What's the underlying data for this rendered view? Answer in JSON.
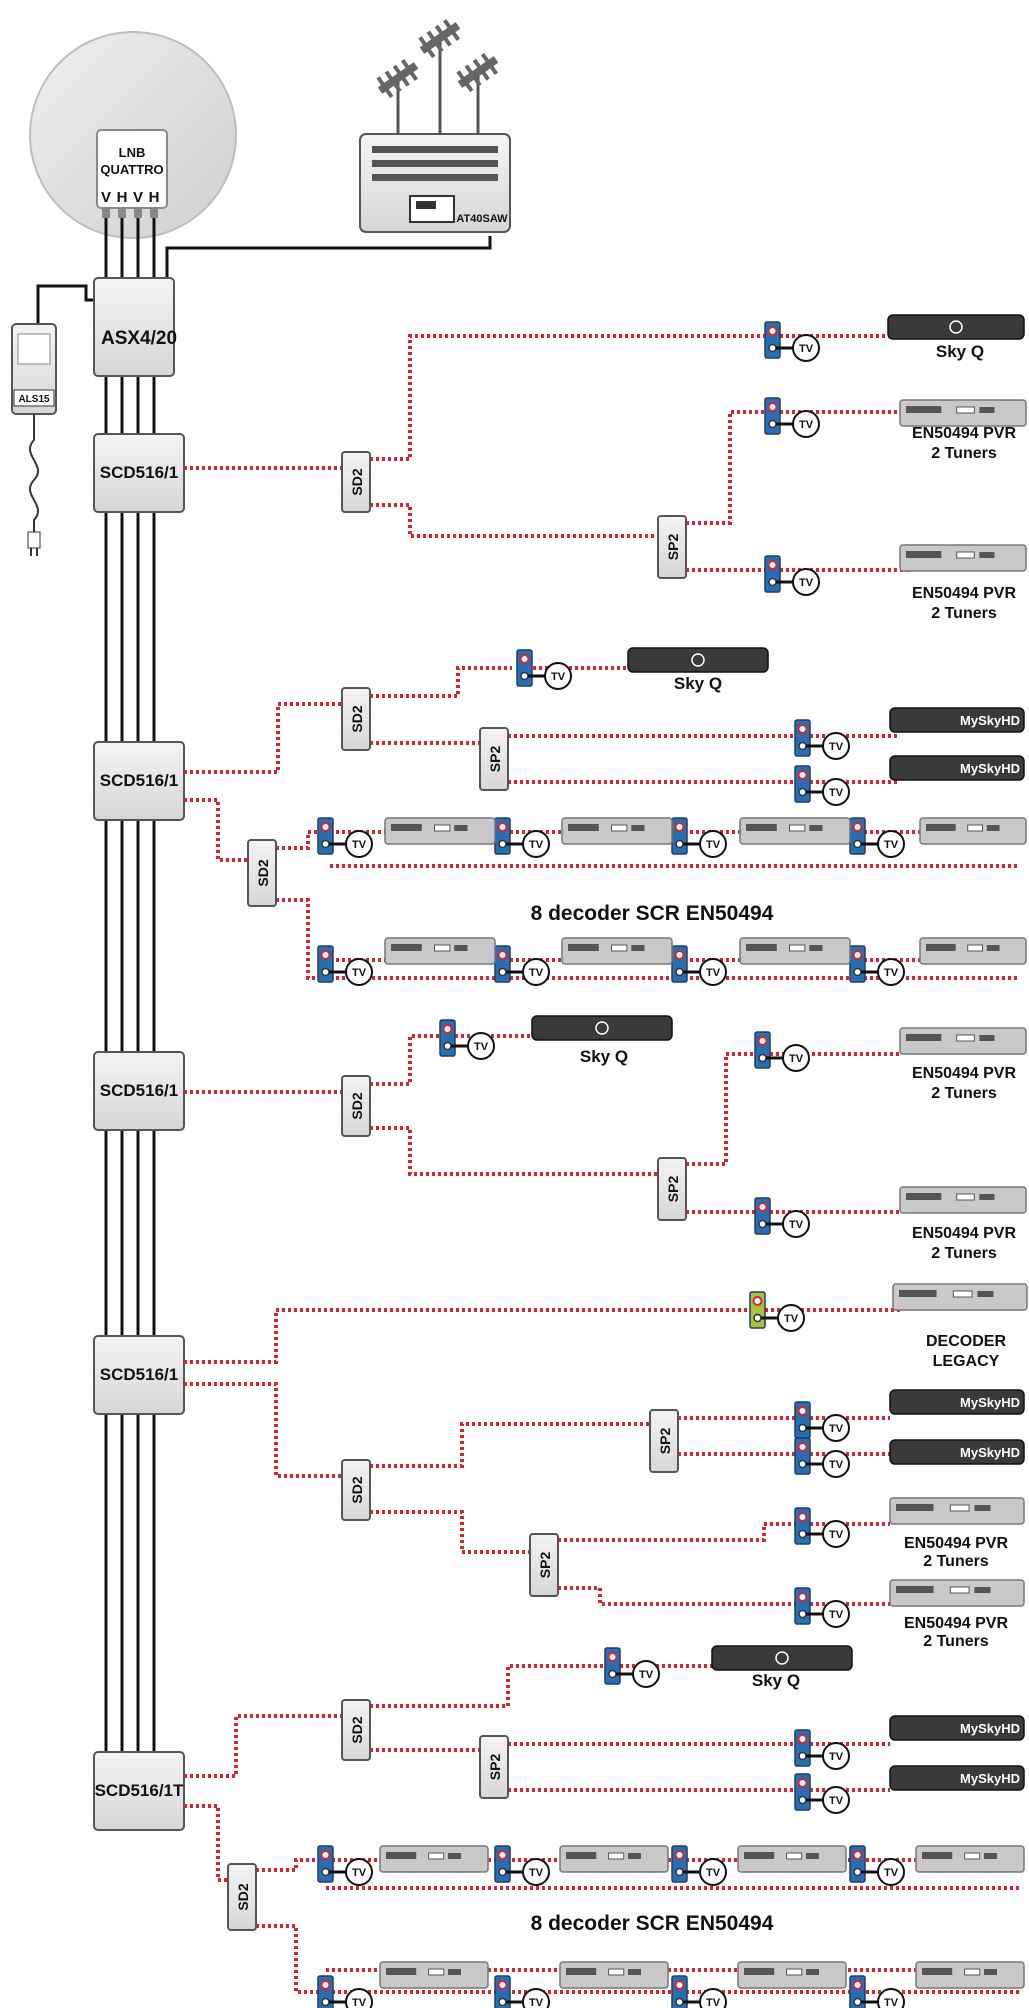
{
  "lnb": {
    "label1": "LNB",
    "label2": "QUATTRO",
    "pols": [
      "V",
      "H",
      "V",
      "H"
    ]
  },
  "amplifier": {
    "label": "AT40SAW"
  },
  "psu": {
    "label": "ALS15"
  },
  "switch": {
    "label": "ASX4/20"
  },
  "taps": [
    "SCD516/1",
    "SCD516/1",
    "SCD516/1",
    "SCD516/1",
    "SCD516/1T"
  ],
  "splitters": {
    "sd2": "SD2",
    "sp2": "SP2"
  },
  "tv_label": "TV",
  "decoders": {
    "skyq": "Sky Q",
    "pvr_line1": "EN50494 PVR",
    "pvr_line2": "2 Tuners",
    "legacy_line1": "DECODER",
    "legacy_line2": "LEGACY",
    "myskyhd": "MySkyHD"
  },
  "scr_caption": "8 decoder SCR EN50494",
  "colors": {
    "cable": "#e0202a",
    "outlet": "#2a6db0",
    "outlet_legacy": "#a8c23c",
    "device_grey": "#c9c9c9",
    "device_dark": "#3a3a3a",
    "dish": "#d9d9d9"
  }
}
